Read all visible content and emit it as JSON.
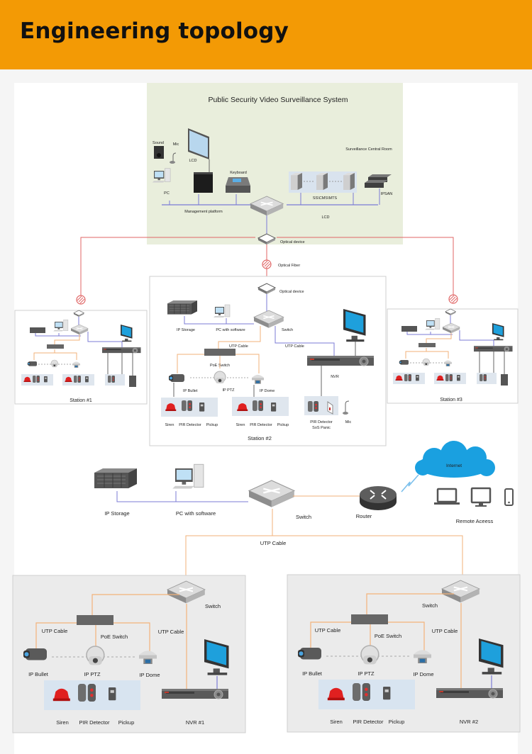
{
  "header": {
    "title": "Engineering topology"
  },
  "colors": {
    "header_bg": "#f39a05",
    "fiber_line": "#e06666",
    "network_line": "#7b7bd6",
    "utp_line": "#f2b27a",
    "central_room_bg": "#e9eedc",
    "station_bg": "#ebebeb",
    "cloud": "#1aa0e0"
  },
  "central_room": {
    "title": "Public Security Video Surveillance System",
    "room_label": "Surveillance Central Room",
    "devices": {
      "sound": "Sound",
      "mic": "Mic",
      "lcd_wall": "LCD",
      "pc": "PC",
      "keyboard": "Keyboard",
      "servers": "SS\\CMS\\MTS",
      "ipsan": "IPSAN",
      "lcd_bottom": "LCD"
    },
    "bus_label": "Management platform",
    "optical_device": "Optical device"
  },
  "fiber": {
    "label": "Optical Fiber"
  },
  "station2": {
    "title": "Station #2",
    "optical_device": "Optical device",
    "ip_storage": "IP Storage",
    "pc": "PC with software",
    "switch": "Switch",
    "utp_left": "UTP Cable",
    "utp_right": "UTP Cable",
    "poe_switch": "PoE Switch",
    "nvr": "NVR",
    "cameras": [
      "IP Bullet",
      "IP PTZ",
      "IP Dome"
    ],
    "sensors_a": [
      "Siren",
      "PIR Detector",
      "Pickup"
    ],
    "sensors_b": [
      "Siren",
      "PIR Detector",
      "Pickup"
    ],
    "panic": [
      "PIR Detector",
      "SoS Panic"
    ],
    "mic": "Mic"
  },
  "station1": {
    "title": "Station #1"
  },
  "station3": {
    "title": "Station #3"
  },
  "lower": {
    "ip_storage": "IP Storage",
    "pc": "PC with software",
    "switch": "Switch",
    "router": "Router",
    "internet": "Internet",
    "remote": "Remote Aceess",
    "utp": "UTP Cable",
    "nvr_sites": [
      {
        "switch": "Switch",
        "utp_left": "UTP Cable",
        "utp_right": "UTP Cable",
        "poe_switch": "PoE Switch",
        "cameras": [
          "IP Bullet",
          "IP PTZ",
          "IP Dome"
        ],
        "sensors": [
          "Siren",
          "PIR Detector",
          "Pickup"
        ],
        "nvr": "NVR #1"
      },
      {
        "switch": "Switch",
        "utp_left": "UTP Cable",
        "utp_right": "UTP Cable",
        "poe_switch": "PoE Switch",
        "cameras": [
          "IP Bullet",
          "IP PTZ",
          "IP Dome"
        ],
        "sensors": [
          "Siren",
          "PIR Detector",
          "Pickup"
        ],
        "nvr": "NVR #2"
      }
    ]
  }
}
